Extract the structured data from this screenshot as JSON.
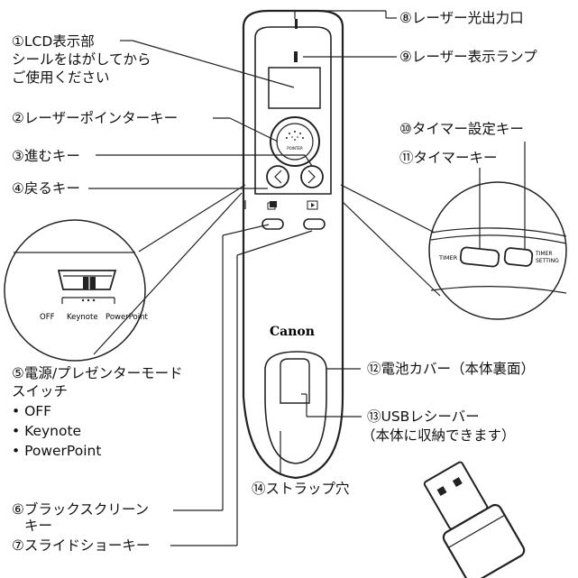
{
  "labels": {
    "lcd": [
      "①LCD表示部",
      "シールをはがしてから",
      "ご使用ください"
    ],
    "laser_key": "②レーザーポインターキー",
    "next_key": "③進むキー",
    "back_key": "④戻るキー",
    "power_switch": [
      "⑤電源/プレゼンターモード",
      "スイッチ"
    ],
    "power_modes": [
      "• OFF",
      "• Keynote",
      "• PowerPoint"
    ],
    "black_screen": [
      "⑥ブラックスクリーン",
      "キー"
    ],
    "slideshow": "⑦スライドショーキー",
    "laser_exit": "⑧レーザー光出力口",
    "laser_lamp": "⑨レーザー表示ランプ",
    "timer_setting_key": "⑩タイマー設定キー",
    "timer_key": "⑪タイマーキー",
    "battery_cover": "⑫電池カバー（本体裏面）",
    "usb_receiver": [
      "⑬USBレシーバー",
      "（本体に収納できます）"
    ],
    "strap_hole": "⑭ストラップ穴"
  },
  "device": {
    "brand": "Canon",
    "pointer_text": "POINTER"
  },
  "switch_zoom": {
    "positions": [
      "OFF",
      "Keynote",
      "PowerPoint"
    ]
  },
  "timer_zoom": {
    "timer_label": "TIMER",
    "timer_setting_label": [
      "TIMER",
      "SETTING"
    ]
  }
}
